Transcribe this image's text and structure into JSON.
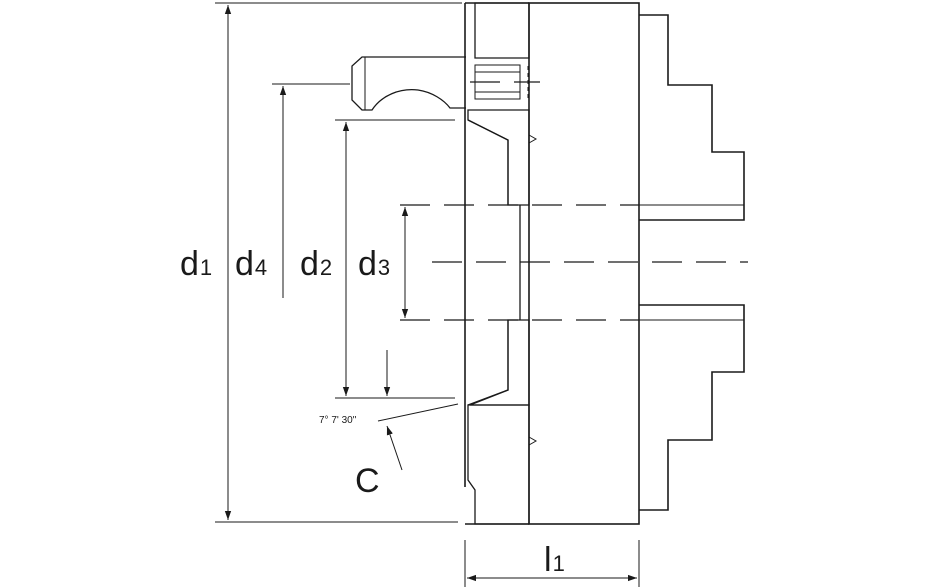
{
  "labels": {
    "d1": {
      "main": "d",
      "sub": "1"
    },
    "d4": {
      "main": "d",
      "sub": "4"
    },
    "d2": {
      "main": "d",
      "sub": "2"
    },
    "d3": {
      "main": "d",
      "sub": "3"
    },
    "l1": {
      "main": "l",
      "sub": "1"
    },
    "c": "C",
    "angle": "7° 7' 30\""
  },
  "colors": {
    "line": "#1a1a1a",
    "background": "#ffffff"
  }
}
